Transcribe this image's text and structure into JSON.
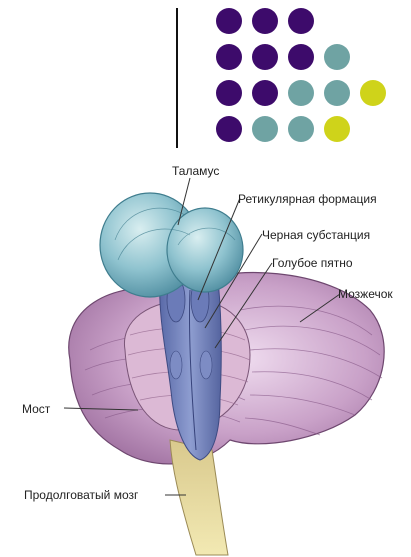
{
  "colors": {
    "purple": "#3d0b6b",
    "teal": "#6fa3a3",
    "yellow": "#cfd31a"
  },
  "dot_grid": [
    [
      "purple",
      "purple",
      "purple"
    ],
    [
      "purple",
      "purple",
      "purple",
      "teal"
    ],
    [
      "purple",
      "purple",
      "teal",
      "teal",
      "yellow"
    ],
    [
      "purple",
      "teal",
      "teal",
      "yellow"
    ]
  ],
  "labels": {
    "thalamus": "Таламус",
    "reticular": "Ретикулярная формация",
    "substantia_nigra": "Черная субстанция",
    "locus_coeruleus": "Голубое пятно",
    "cerebellum": "Мозжечок",
    "pons": "Мост",
    "medulla": "Продолговатый мозг"
  }
}
